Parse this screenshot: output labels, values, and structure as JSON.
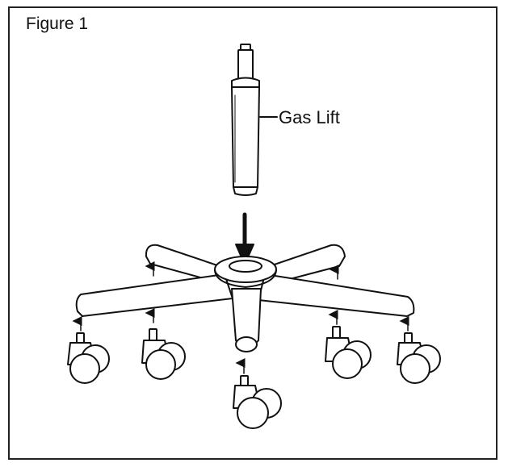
{
  "figure": {
    "title": "Figure 1",
    "callout_label": "Gas Lift"
  },
  "parts": {
    "gas_lift": "gas-lift-cylinder",
    "base": "five-star-base",
    "casters": [
      "caster-left-far",
      "caster-left",
      "caster-center",
      "caster-right",
      "caster-right-far"
    ]
  },
  "colors": {
    "line": "#111111",
    "background": "#ffffff"
  }
}
